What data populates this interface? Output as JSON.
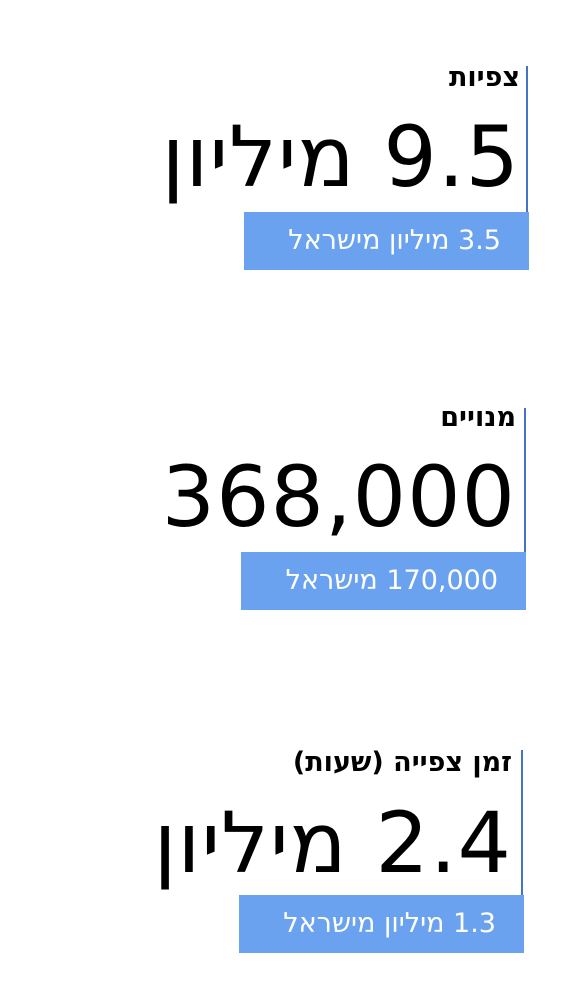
{
  "stats": [
    {
      "title": "צפיות",
      "value": "9.5 מיליון",
      "israel": "3.5 מיליון מישראל"
    },
    {
      "title": "מנויים",
      "value": "368,000",
      "israel": "170,000 מישראל"
    },
    {
      "title": "זמן צפייה (שעות)",
      "value": "2.4 מיליון",
      "israel": "1.3 מיליון מישראל"
    }
  ],
  "colors": {
    "band": "#6AA2F0",
    "line": "#4472C4",
    "text": "#000000"
  }
}
